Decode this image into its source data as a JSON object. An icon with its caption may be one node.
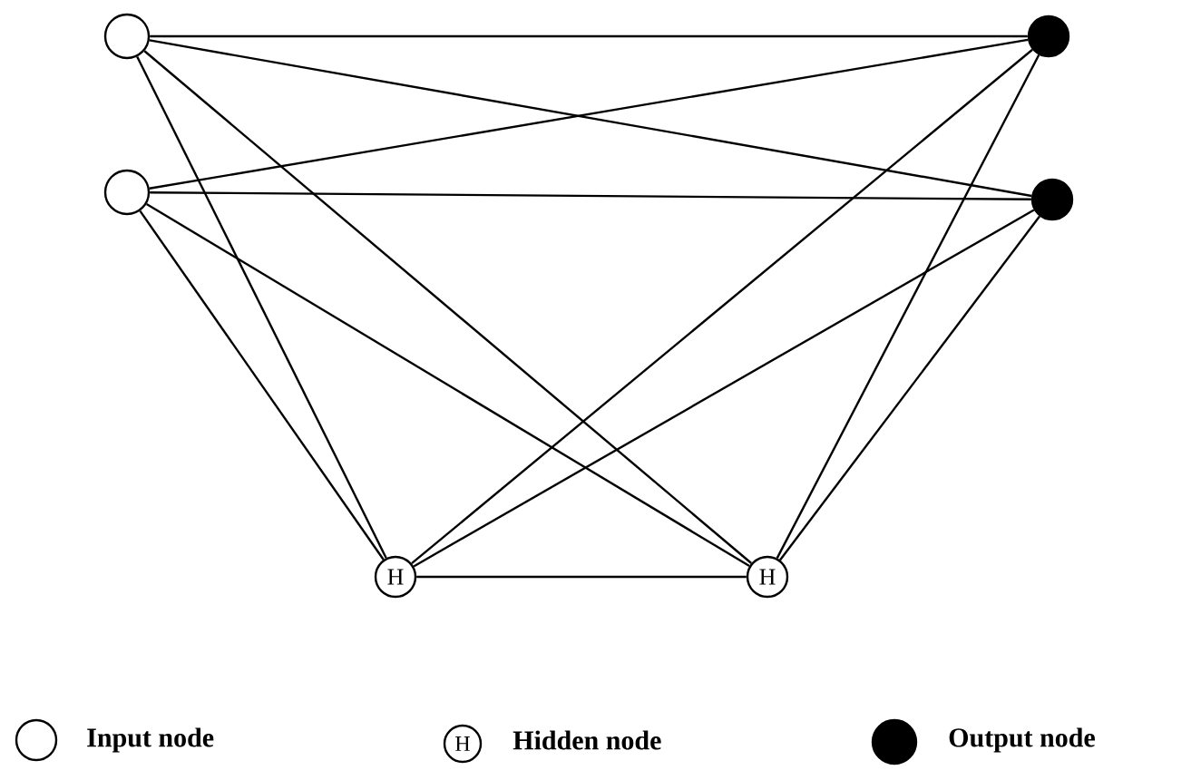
{
  "diagram": {
    "nodes": [
      {
        "text": [],
        "shape": "circle"
      },
      {
        "text": [],
        "shape": "circle"
      },
      {
        "text": [],
        "shape": "dot"
      },
      {
        "text": [],
        "shape": "dot"
      },
      {
        "text": [
          "H"
        ]
      },
      {
        "text": [
          "H"
        ]
      }
    ],
    "edges": [
      {
        "from": 0,
        "to": 2,
        "arrow": "none"
      },
      {
        "from": 0,
        "to": 3,
        "arrow": "none"
      },
      {
        "from": 0,
        "to": 4,
        "arrow": "none"
      },
      {
        "from": 0,
        "to": 5,
        "arrow": "none"
      },
      {
        "from": 1,
        "to": 2,
        "arrow": "none"
      },
      {
        "from": 1,
        "to": 3,
        "arrow": "none"
      },
      {
        "from": 1,
        "to": 4,
        "arrow": "none"
      },
      {
        "from": 1,
        "to": 5,
        "arrow": "none"
      },
      {
        "from": 4,
        "to": 2,
        "arrow": "none"
      },
      {
        "from": 4,
        "to": 3,
        "arrow": "none"
      },
      {
        "from": 5,
        "to": 2,
        "arrow": "none"
      },
      {
        "from": 5,
        "to": 3,
        "arrow": "none"
      },
      {
        "from": 4,
        "to": 5,
        "arrow": "none"
      }
    ],
    "labels": [
      "H"
    ],
    "legend": [
      {
        "text": "Input node"
      },
      {
        "text": "Hidden node"
      },
      {
        "text": "Output node"
      }
    ]
  }
}
